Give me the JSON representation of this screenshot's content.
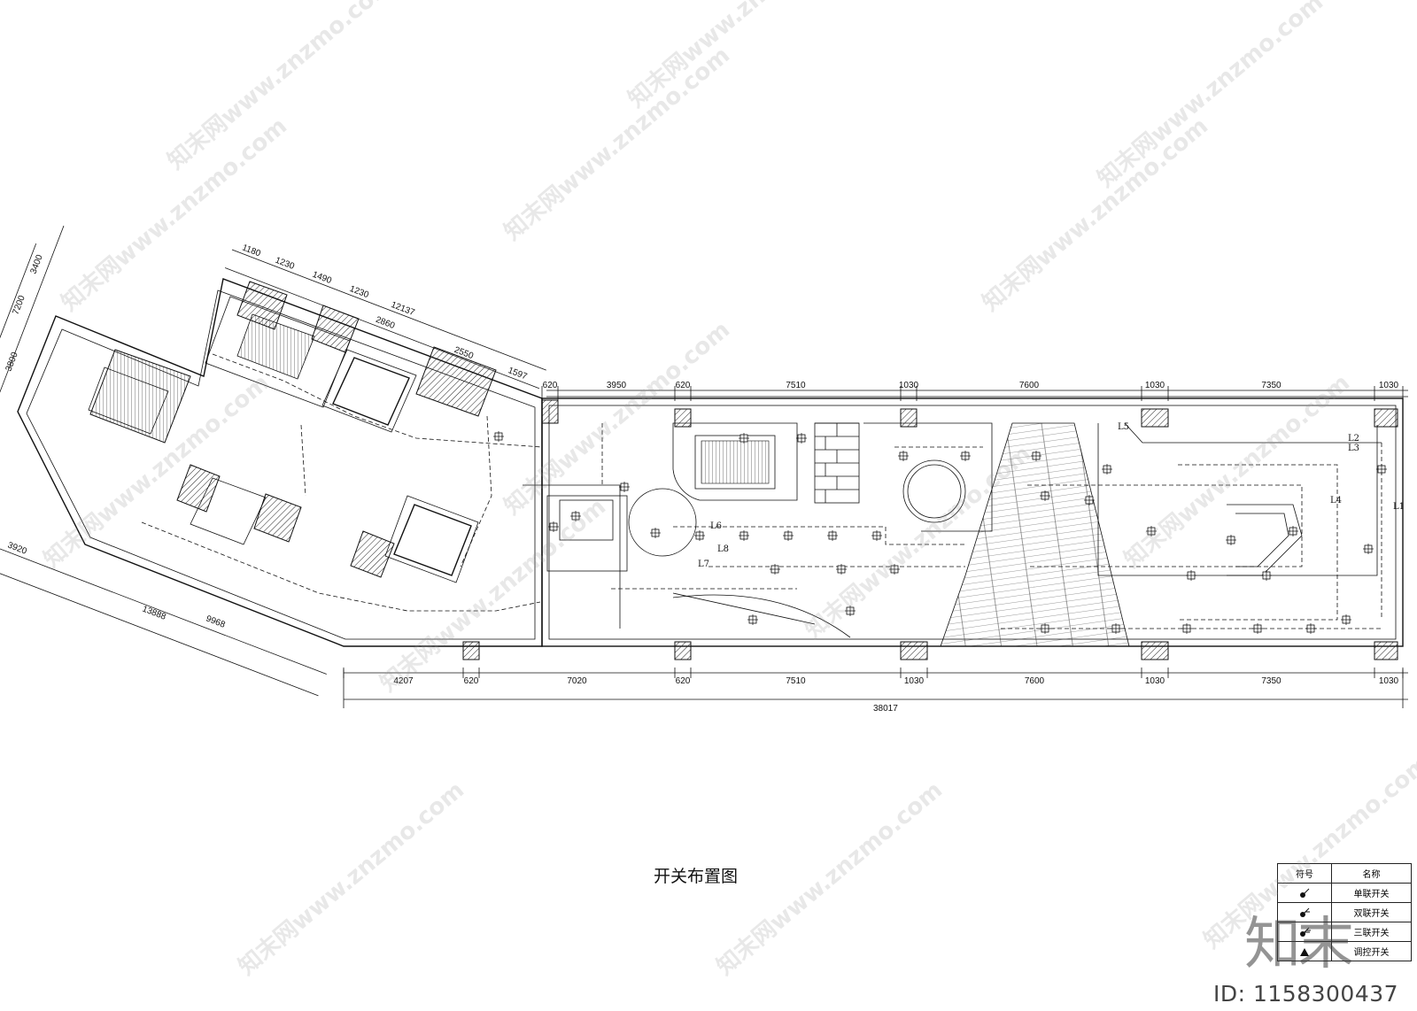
{
  "drawing": {
    "title": "开关布置图",
    "id_label": "ID: 1158300437",
    "brand_mark": "知末"
  },
  "watermark_text": "知末网www.znzmo.com",
  "top_dimensions": [
    "620",
    "3950",
    "620",
    "7510",
    "1030",
    "7600",
    "1030",
    "7350",
    "1030"
  ],
  "bottom_dimensions": [
    "4207",
    "620",
    "7020",
    "620",
    "7510",
    "1030",
    "7600",
    "1030",
    "7350",
    "1030"
  ],
  "overall_dimension": "38017",
  "angled_top_dimensions": [
    "1180",
    "1230",
    "1490",
    "1230",
    "12137",
    "2860",
    "2550",
    "1597"
  ],
  "left_dimensions": [
    "3400",
    "7200",
    "3800"
  ],
  "lower_left_dimensions": [
    "3920",
    "13888",
    "9968"
  ],
  "circuit_labels": [
    "L1",
    "L2",
    "L3",
    "L4",
    "L5",
    "L6",
    "L7",
    "L8"
  ],
  "legend": {
    "header_symbol": "符号",
    "header_name": "名称",
    "items": [
      "单联开关",
      "双联开关",
      "三联开关",
      "调控开关"
    ]
  },
  "colors": {
    "line": "#111111",
    "background": "#ffffff",
    "watermark": "#969696"
  }
}
